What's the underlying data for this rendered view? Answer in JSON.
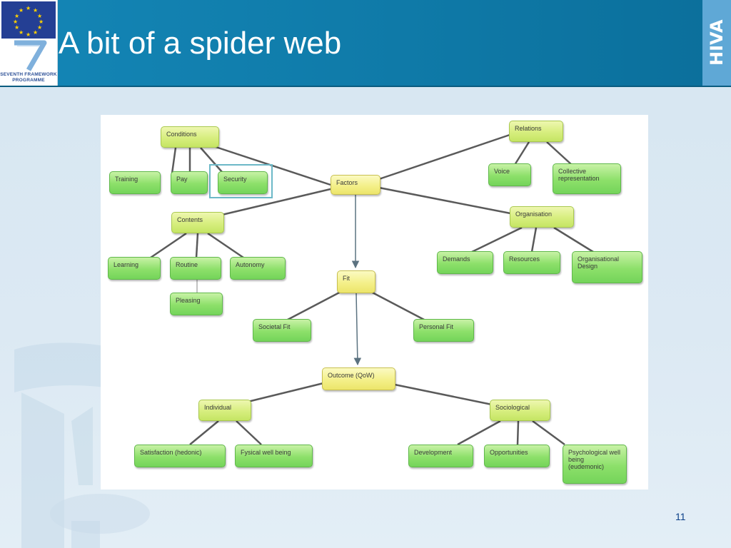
{
  "header": {
    "title": "A bit of a spider web",
    "fp7_line1": "SEVENTH FRAMEWORK",
    "fp7_line2": "PROGRAMME",
    "hiva_logo": "HIVA"
  },
  "colors": {
    "header_blue": "#1486b6",
    "node_green": "#8de06a",
    "node_lime": "#d7ee7e",
    "node_yellow": "#f4f08a",
    "connector": "#5a5a5a",
    "arrow": "#5b7280",
    "highlight": "#6cb8c7"
  },
  "diagram": {
    "nodes": {
      "factors": "Factors",
      "conditions": "Conditions",
      "training": "Training",
      "pay": "Pay",
      "security": "Security",
      "contents": "Contents",
      "learning": "Learning",
      "routine": "Routine",
      "autonomy": "Autonomy",
      "pleasing": "Pleasing",
      "relations": "Relations",
      "voice": "Voice",
      "collective": "Collective representation",
      "organisation": "Organisation",
      "demands": "Demands",
      "resources": "Resources",
      "org_design": "Organisational Design",
      "fit": "Fit",
      "societal_fit": "Societal Fit",
      "personal_fit": "Personal Fit",
      "outcome": "Outcome (QoW)",
      "individual": "Individual",
      "sociological": "Sociological",
      "satisfaction": "Satisfaction (hedonic)",
      "fysical": "Fysical well being",
      "development": "Development",
      "opportunities": "Opportunities",
      "psychological": "Psychological well being (eudemonic)"
    },
    "highlighted": "Security"
  },
  "footer": {
    "page_number": "11"
  }
}
